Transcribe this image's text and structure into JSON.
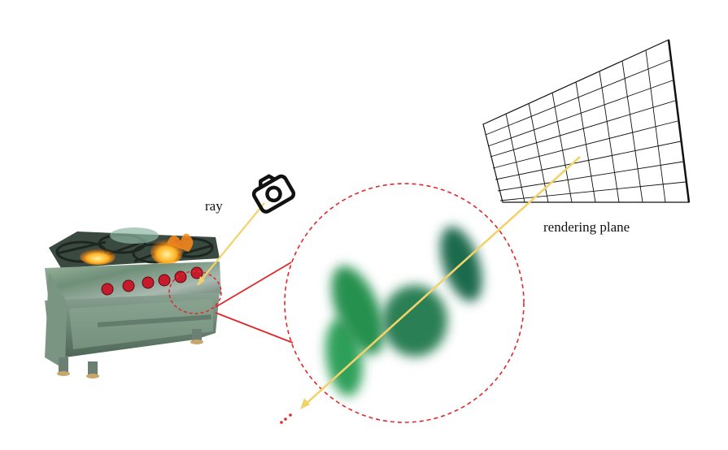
{
  "labels": {
    "ray": "ray",
    "rendering_plane": "rendering plane"
  },
  "icons": {
    "camera": "camera-icon",
    "stove": "stove-illustration",
    "ellipsis": "ellipsis-icon"
  },
  "colors": {
    "ray": "#f2d36a",
    "zoom_circle": "#e0282b",
    "gaussian_light": "#2a9d57",
    "gaussian_dark": "#1f6e4f",
    "grid": "#111111"
  }
}
